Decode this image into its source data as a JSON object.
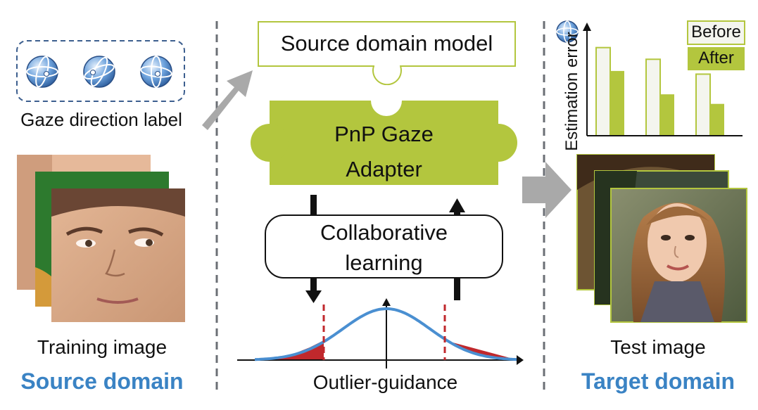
{
  "source": {
    "gaze_label": "Gaze direction label",
    "training_label": "Training image",
    "domain_label": "Source domain"
  },
  "center": {
    "model_label": "Source domain model",
    "adapter_line1": "PnP Gaze",
    "adapter_line2": "Adapter",
    "collab_line1": "Collaborative",
    "collab_line2": "learning",
    "outlier_label": "Outlier-guidance"
  },
  "target": {
    "test_label": "Test image",
    "domain_label": "Target domain"
  },
  "chart_data": {
    "type": "bar",
    "ylabel": "Estimation error",
    "series": [
      {
        "name": "Before",
        "values": [
          0.83,
          0.72,
          0.58
        ]
      },
      {
        "name": "After",
        "values": [
          0.61,
          0.39,
          0.3
        ]
      }
    ],
    "ylim": [
      0,
      1
    ],
    "legend": "top-right"
  },
  "colors": {
    "green": "#b3c63e",
    "green_light": "#f4f5ee",
    "blue": "#3a83c4",
    "curve": "#4a8fd1",
    "red_dash": "#c0282c",
    "gray_arrow": "#a9a9a9",
    "divider": "#6b6f75"
  }
}
